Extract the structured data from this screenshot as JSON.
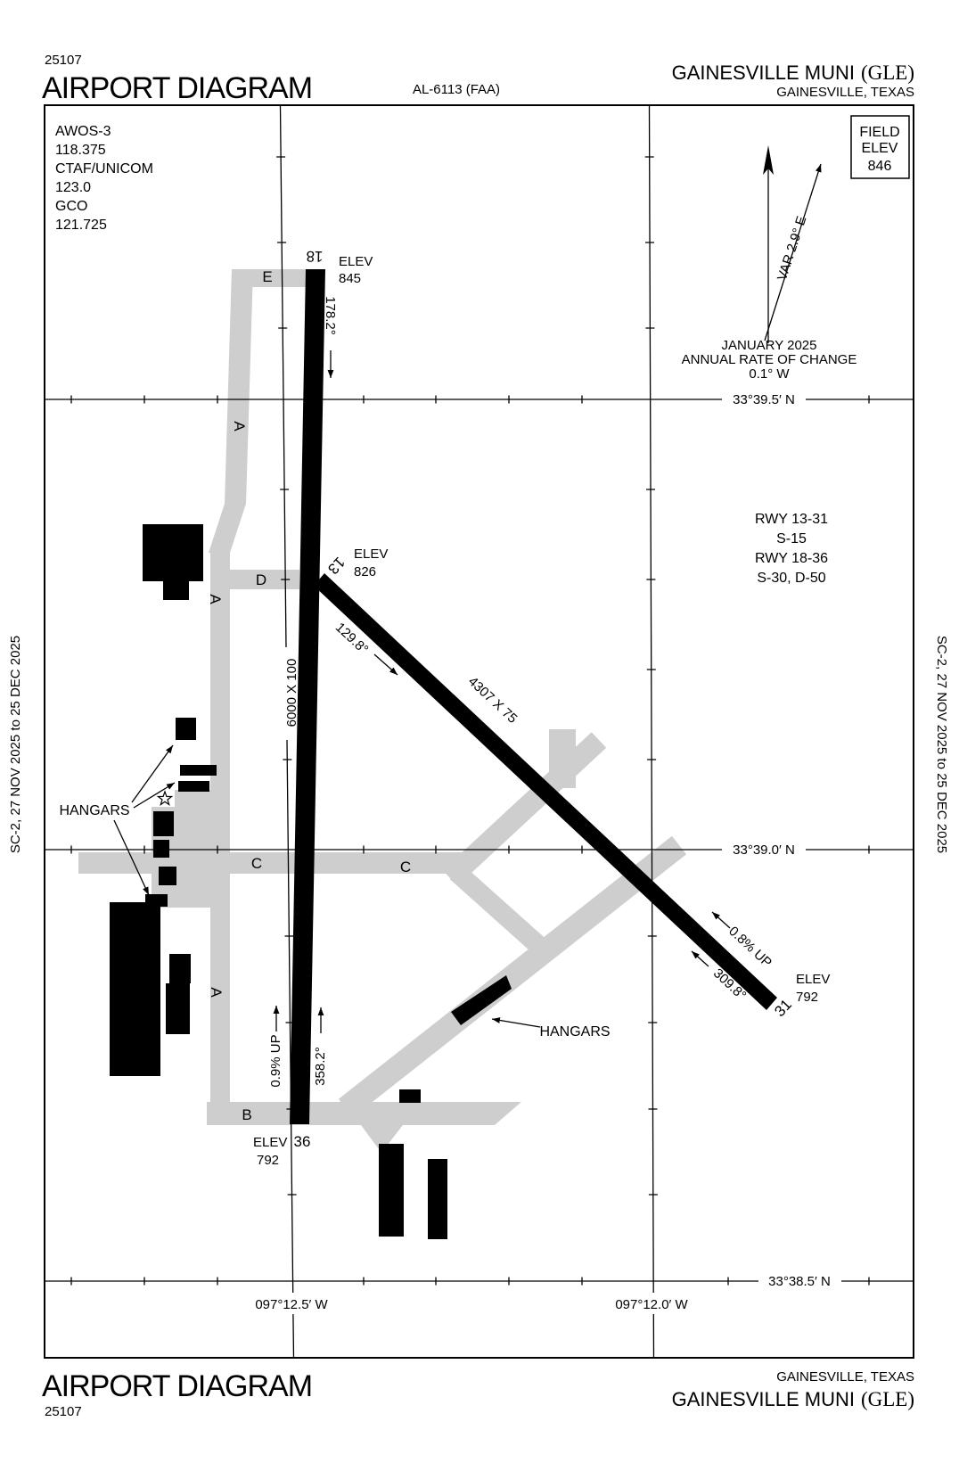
{
  "header": {
    "eff_number": "25107",
    "title": "AIRPORT DIAGRAM",
    "al_number": "AL-6113 (FAA)",
    "airport_name": "GAINESVILLE MUNI",
    "airport_id": "(GLE)",
    "city": "GAINESVILLE,  TEXAS"
  },
  "footer": {
    "eff_number": "25107",
    "title": "AIRPORT DIAGRAM",
    "airport_name": "GAINESVILLE MUNI",
    "airport_id": "(GLE)",
    "city": "GAINESVILLE,  TEXAS"
  },
  "sidebar": {
    "text": "SC-2,  27 NOV 2025  to  25 DEC 2025"
  },
  "comm": {
    "lines": [
      "AWOS-3",
      "118.375",
      "CTAF/UNICOM",
      "123.0",
      "GCO",
      "121.725"
    ]
  },
  "field_elev": {
    "l1": "FIELD",
    "l2": "ELEV",
    "value": "846"
  },
  "variation": {
    "label": "VAR 2.9° E",
    "date": "JANUARY 2025",
    "rate_line1": "ANNUAL RATE OF CHANGE",
    "rate_line2": "0.1° W"
  },
  "rwy_box": [
    "RWY 13-31",
    "S-15",
    "RWY 18-36",
    "S-30, D-50"
  ],
  "graticule": {
    "lat": [
      "33°39.5′ N",
      "33°39.0′ N",
      "33°38.5′ N"
    ],
    "lon": [
      "097°12.5′ W",
      "097°12.0′ W"
    ]
  },
  "words": {
    "elev": "ELEV",
    "hangars": "HANGARS"
  },
  "rw1836": {
    "num_n": "18",
    "num_s": "36",
    "dim": "6000 X 100",
    "hdg_n": "178.2°",
    "hdg_s": "358.2°",
    "slope_s": "0.9% UP",
    "elev_n": "845",
    "elev_s": "792"
  },
  "rw1331": {
    "num_nw": "13",
    "num_se": "31",
    "dim": "4307 X 75",
    "hdg_nw": "129.8°",
    "hdg_se": "309.8°",
    "slope_se": "0.8% UP",
    "elev_nw": "826",
    "elev_se": "792"
  },
  "taxiways": {
    "a": "A",
    "b": "B",
    "c": "C",
    "d": "D",
    "e": "E"
  }
}
